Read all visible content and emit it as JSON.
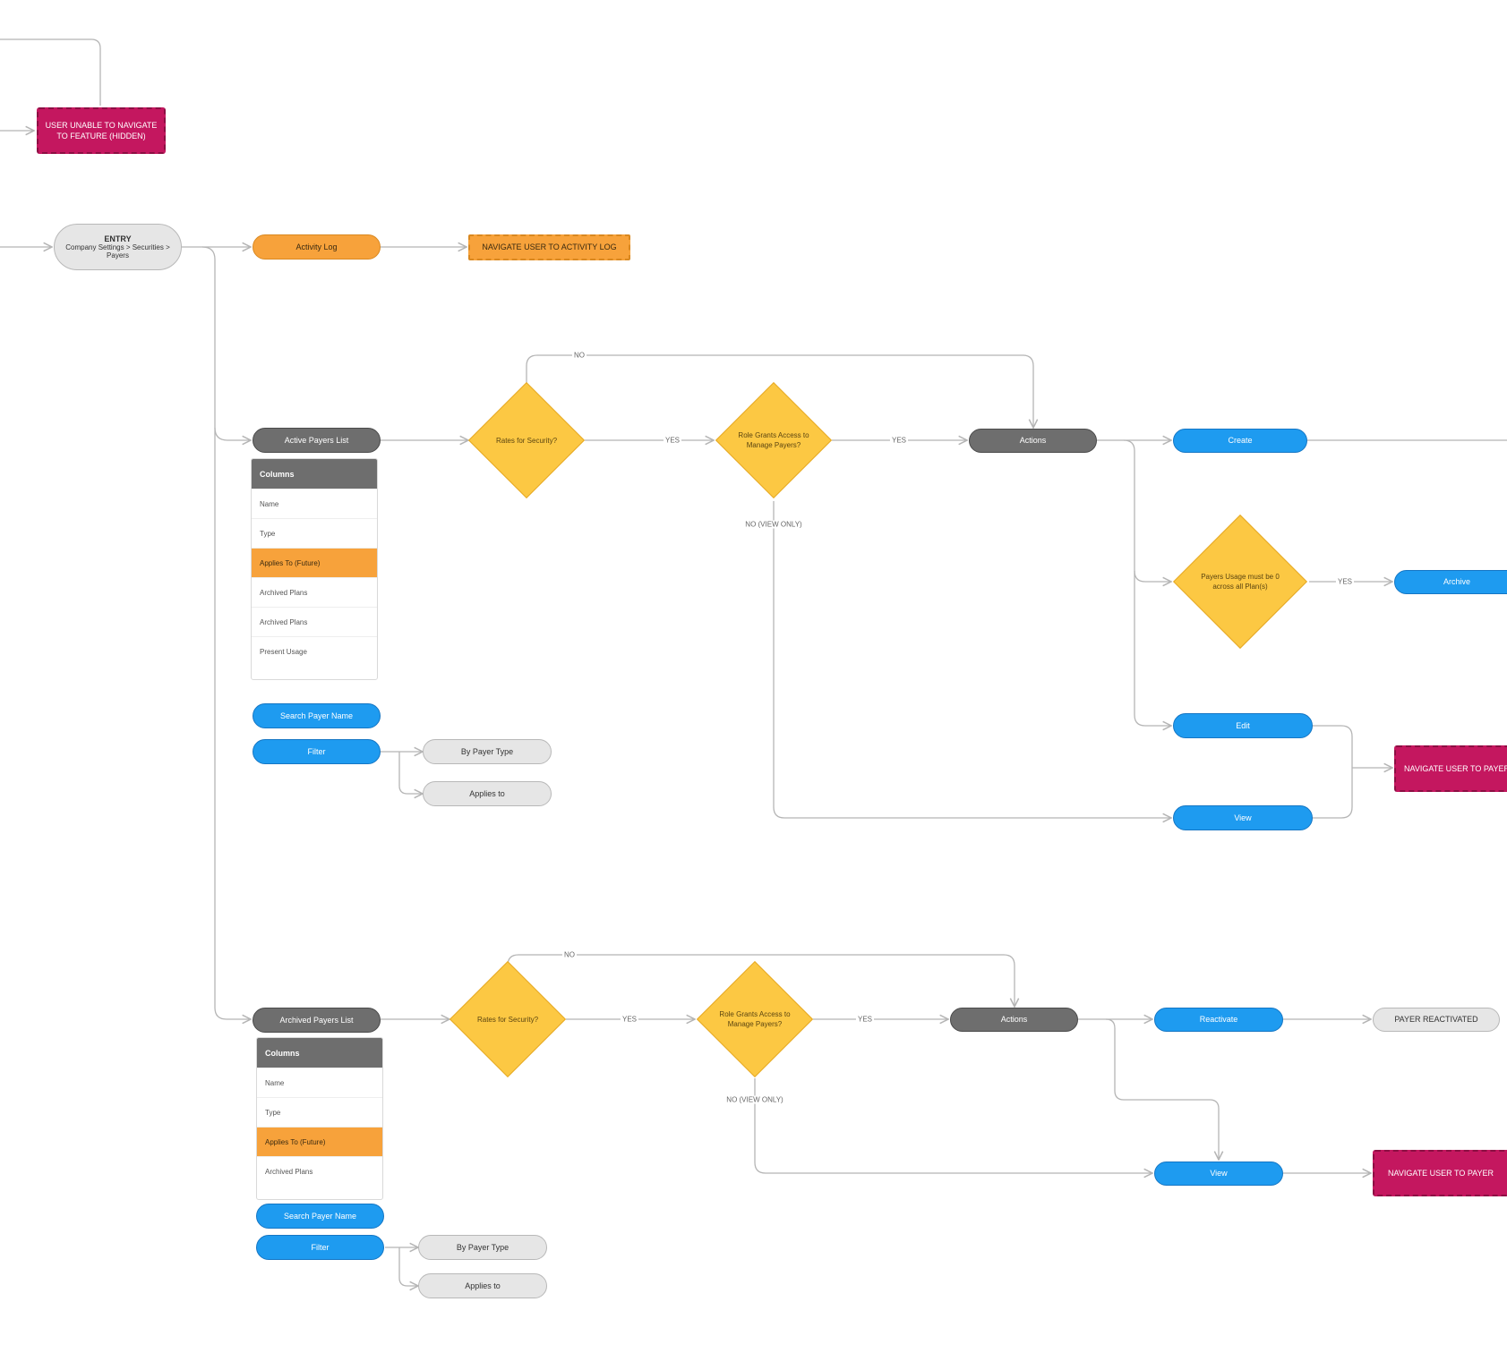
{
  "colors": {
    "blue": "#1e9bf0",
    "dark": "#6e6e6e",
    "orange": "#f7a23b",
    "yellow": "#fcc843",
    "magenta": "#c4175f",
    "light": "#e6e6e6",
    "line": "#b5b5b5"
  },
  "nodes": {
    "unable_navigate": "USER UNABLE TO NAVIGATE TO FEATURE (HIDDEN)",
    "entry_title": "ENTRY",
    "entry_sub": "Company Settings > Securities > Payers",
    "activity_log": "Activity Log",
    "navigate_activity": "NAVIGATE USER TO ACTIVITY LOG",
    "active_list": "Active Payers List",
    "active_d1": "Rates for Security?",
    "active_d2": "Role Grants Access to Manage Payers?",
    "actions": "Actions",
    "create": "Create",
    "usage_diamond": "Payers Usage must be 0 across all Plan(s)",
    "archive": "Archive",
    "edit": "Edit",
    "view_active": "View",
    "navigate_active": "NAVIGATE USER TO PAYER",
    "active_search": "Search Payer Name",
    "active_filter": "Filter",
    "active_by_type": "By Payer Type",
    "active_applies": "Applies to",
    "archived_list": "Archived Payers List",
    "archived_d1": "Rates for Security?",
    "archived_d2": "Role Grants Access to Manage Payers?",
    "archived_actions": "Actions",
    "reactivate": "Reactivate",
    "payer_reactivate": "PAYER REACTIVATED",
    "view_archived": "View",
    "navigate_archived": "NAVIGATE USER TO PAYER",
    "archived_search": "Search Payer Name",
    "archived_filter": "Filter",
    "archived_by_type": "By Payer Type",
    "archived_applies": "Applies to"
  },
  "active_table": {
    "header": "Columns",
    "rows": [
      "Name",
      "Type",
      "Applies To (Future)",
      "Archived Plans",
      "Archived Plans",
      "Present Usage"
    ]
  },
  "archived_table": {
    "header": "Columns",
    "rows": [
      "Name",
      "Type",
      "Applies To (Future)",
      "Archived Plans"
    ]
  },
  "edge_labels": {
    "active_no": "NO",
    "active_yes1": "YES",
    "active_yes2": "YES",
    "active_no_view": "NO (VIEW ONLY)",
    "usage_yes": "YES",
    "archived_no": "NO",
    "archived_yes1": "YES",
    "archived_yes2": "YES",
    "archived_no_view": "NO (VIEW ONLY)"
  }
}
